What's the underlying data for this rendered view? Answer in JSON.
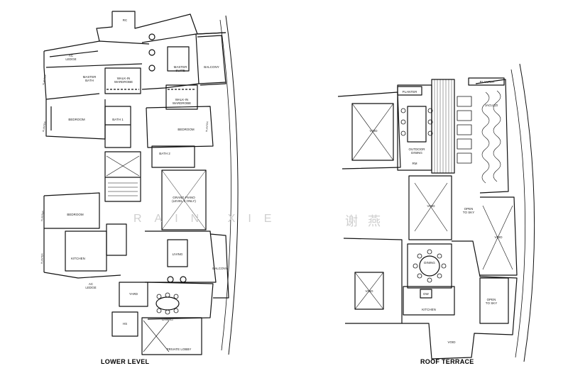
{
  "lower": {
    "caption": "LOWER LEVEL",
    "rooms": {
      "rc": "RC",
      "ac_ledge_top": "AC\nLEDGE",
      "master_bath": "MASTER\nBATH",
      "walk_in_wardrobe_1": "WALK-IN\nWARDROBE",
      "master_suite": "MASTER\nSUITE",
      "balcony_top": "BALCONY",
      "walk_in_wardrobe_2": "WALK-IN\nWARDROBE",
      "bedroom_left": "BEDROOM",
      "bath_1": "BATH 1",
      "bedroom_right": "BEDROOM",
      "bath_2": "BATH 2",
      "grand_piano": "GRAND PIANO\n(LEVEL 2 ONLY)",
      "bedroom_mid": "BEDROOM",
      "kitchen": "KITCHEN",
      "living": "LIVING",
      "balcony_bottom": "BALCONY",
      "ac_ledge_bottom": "AC\nLEDGE",
      "yard": "YARD",
      "dining": "DINING",
      "hs": "HS",
      "private_lobby": "PRIVATE LOBBY",
      "planter_a": "PLANTER",
      "planter_b": "PLANTER",
      "planter_c": "PLANTER",
      "planter_d": "PLANTER",
      "planter_e": "PLANTER"
    }
  },
  "roof": {
    "caption": "ROOF TERRACE",
    "rooms": {
      "planter_1": "PLANTER",
      "planter_2": "PLANTER",
      "jacuzzi": "JACUZZI",
      "void_1": "VOID",
      "outdoor_dining": "OUTDOOR\nDINING",
      "rm": "RM",
      "void_2": "VOID",
      "open_to_sky_1": "OPEN\nTO SKY",
      "void_3": "VOID",
      "dining": "DINING",
      "void_4": "VOID",
      "dw": "DW",
      "kitchen": "KITCHEN",
      "open_to_sky_2": "OPEN\nTO SKY",
      "void_5": "VOID"
    }
  },
  "watermark": {
    "latin": "RAIN XIE",
    "chinese": "谢燕"
  }
}
